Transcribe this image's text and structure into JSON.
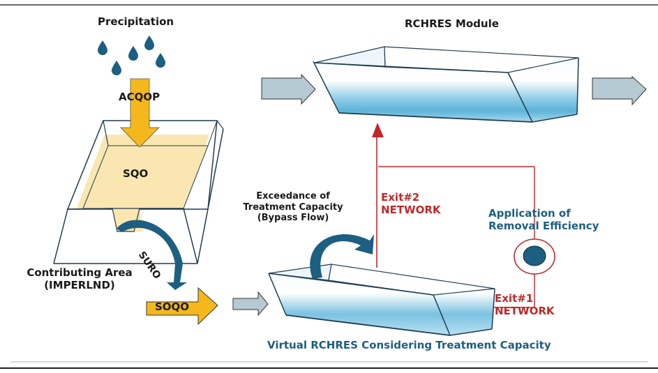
{
  "labels": {
    "precipitation": "Precipitation",
    "acqop": "ACQOP",
    "sqo": "SQO",
    "suro": "SURO",
    "contributing_area_line1": "Contributing Area",
    "contributing_area_line2": "(IMPERLND)",
    "soqo": "SOQO",
    "rchres_module": "RCHRES Module",
    "exceedance_line1": "Exceedance of",
    "exceedance_line2": "Treatment Capacity",
    "exceedance_line3": "(Bypass Flow)",
    "exit2_line1": "Exit#2",
    "exit2_line2": "NETWORK",
    "exit1_line1": "Exit#1",
    "exit1_line2": "NETWORK",
    "removal_line1": "Application of",
    "removal_line2": "Removal Efficiency",
    "virtual_rchres": "Virtual RCHRES Considering Treatment Capacity"
  },
  "colors": {
    "rain": "#1c5f80",
    "yellow_arrow": "#f4b81c",
    "sqo_fill": "#fae6b0",
    "flow_arrow": "#b5cad3",
    "network_line": "#c0282a",
    "teal_text": "#1c5f80",
    "water": "#5cb3d9"
  }
}
